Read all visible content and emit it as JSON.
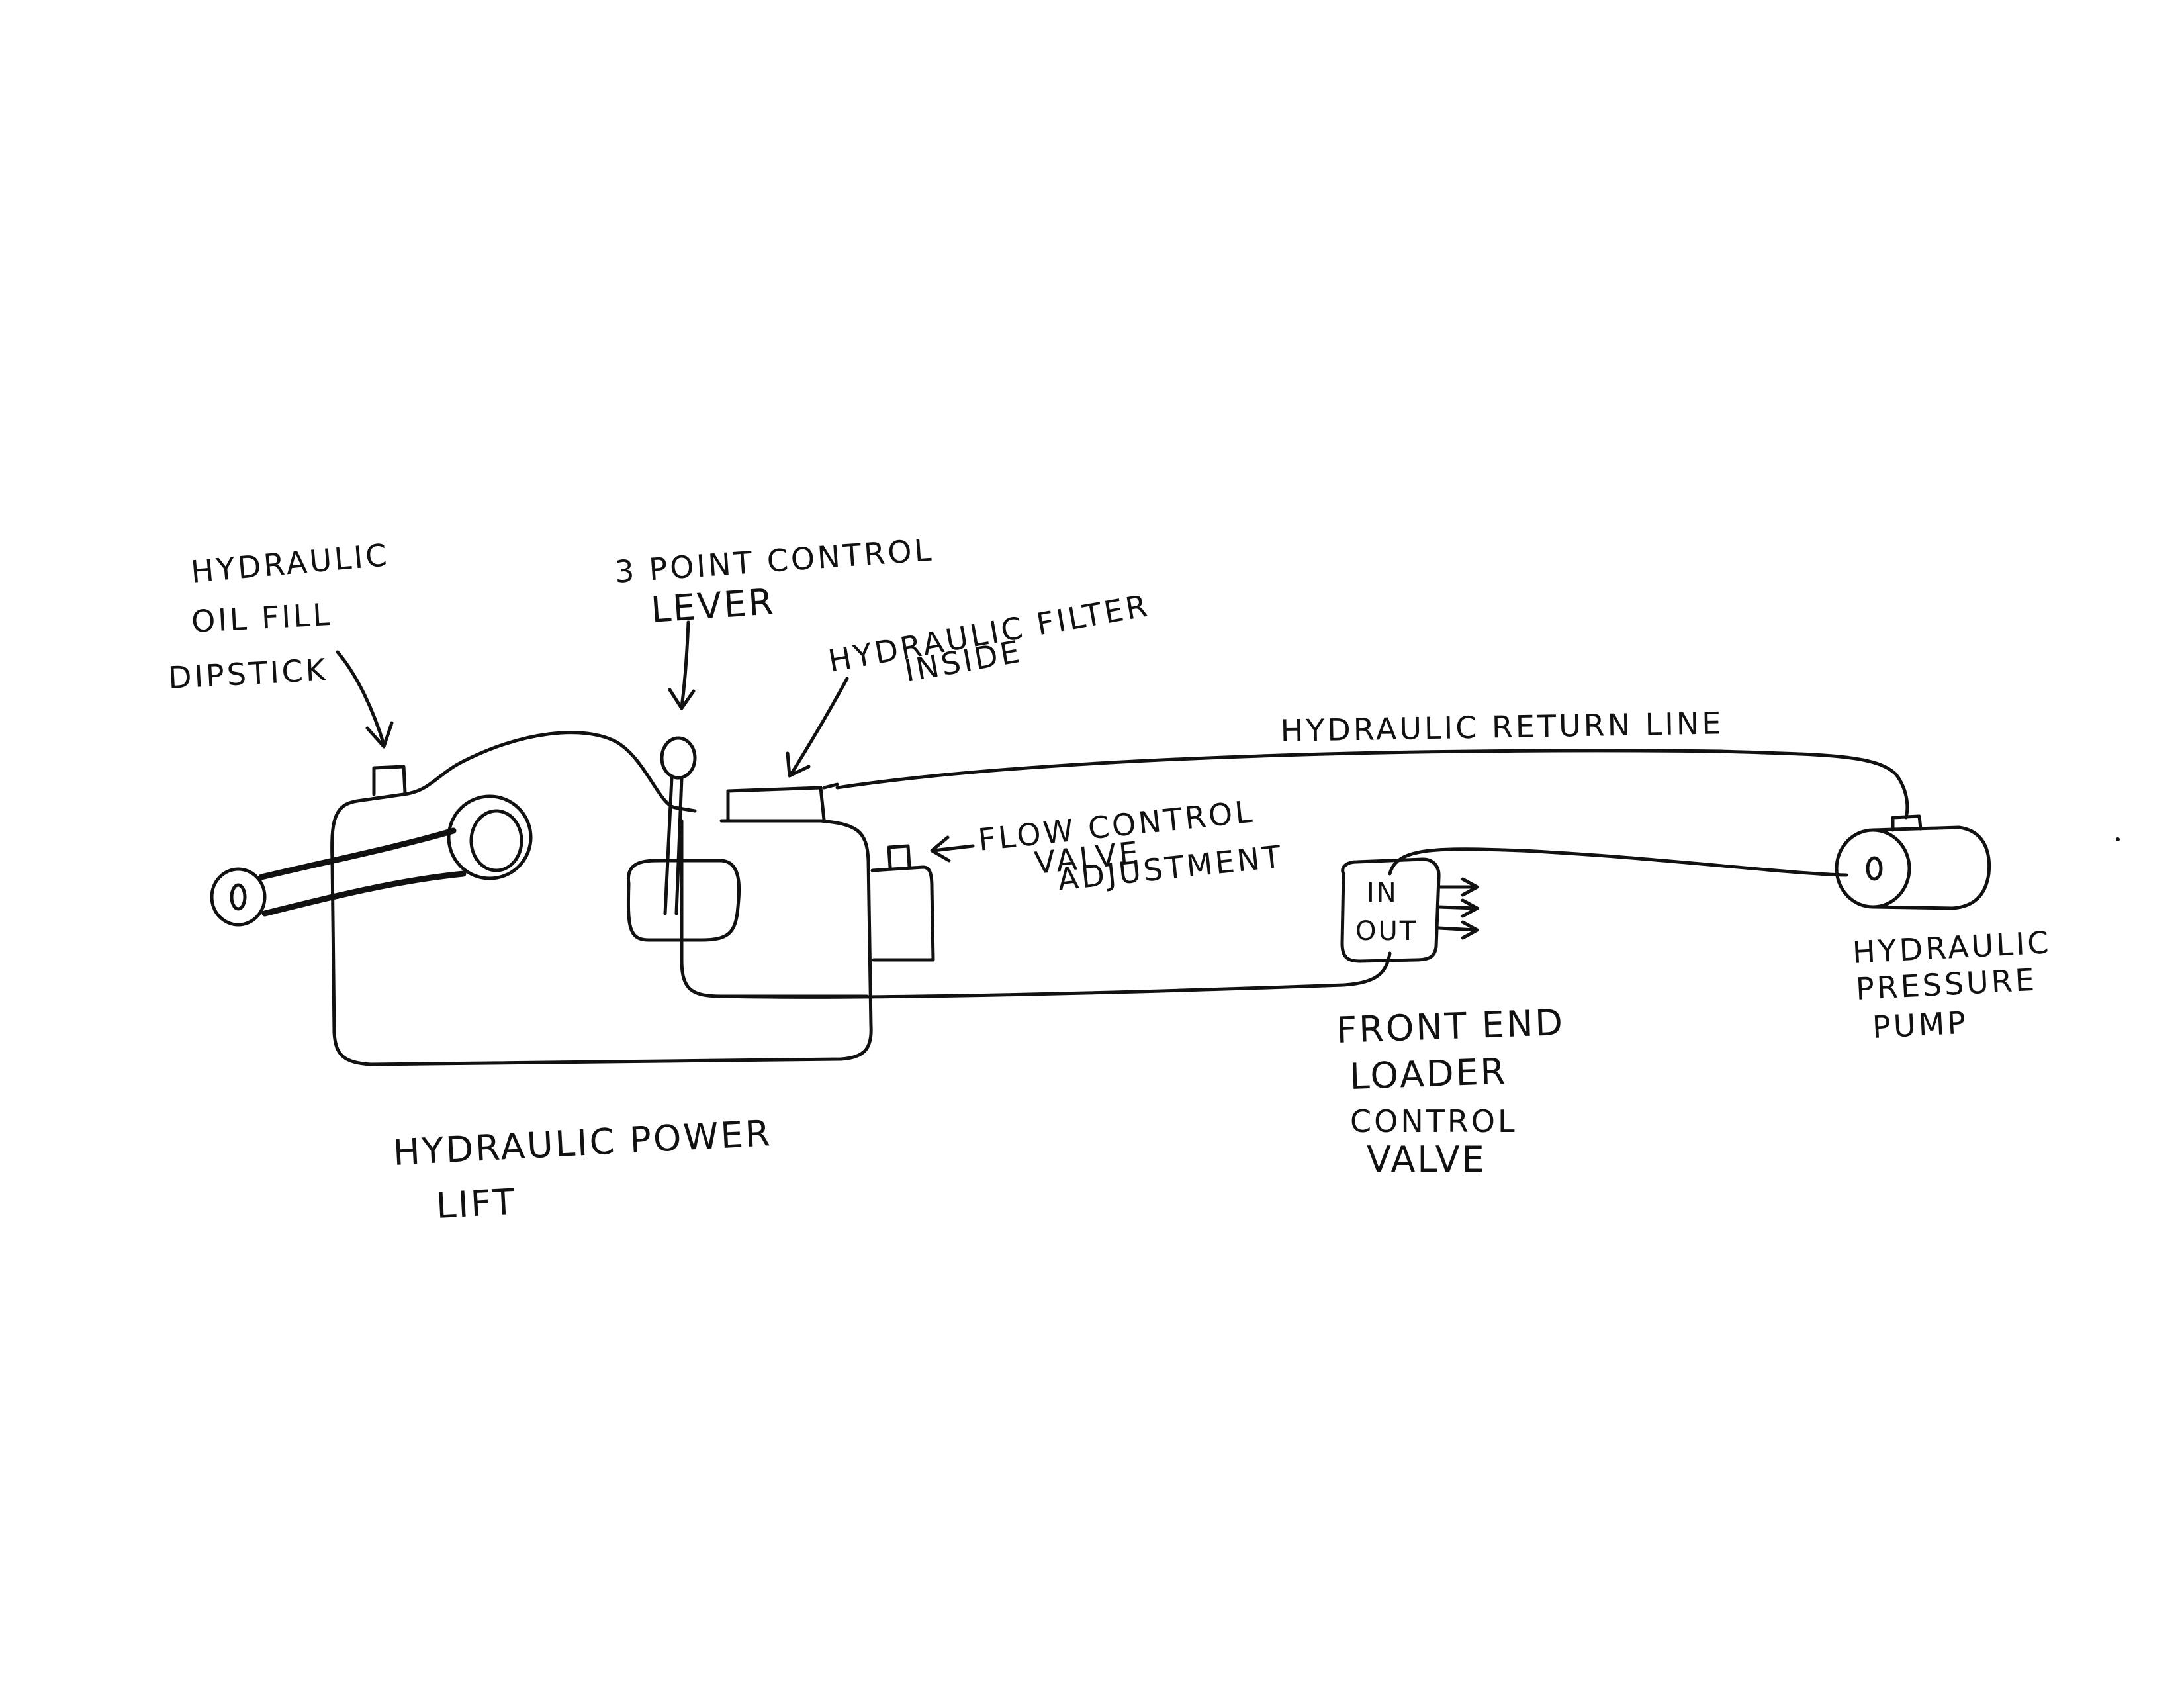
{
  "labels": {
    "oil_fill_1": "HYDRAULIC",
    "oil_fill_2": "OIL FILL",
    "oil_fill_3": "DIPSTICK",
    "lever_1": "3 POINT CONTROL",
    "lever_2": "LEVER",
    "filter_1": "HYDRAULIC FILTER",
    "filter_2": "INSIDE",
    "return_line": "HYDRAULIC RETURN LINE",
    "flow_1": "FLOW CONTROL",
    "flow_2": "VALVE",
    "flow_3": "ADJUSTMENT",
    "valve_in": "IN",
    "valve_out": "OUT",
    "loader_1": "FRONT END",
    "loader_2": "LOADER",
    "loader_3": "CONTROL",
    "loader_4": "VALVE",
    "pump_1": "HYDRAULIC",
    "pump_2": "PRESSURE",
    "pump_3": "PUMP",
    "power_lift_1": "HYDRAULIC POWER",
    "power_lift_2": "LIFT"
  },
  "colors": {
    "ink": "#111111",
    "paper": "#ffffff"
  }
}
